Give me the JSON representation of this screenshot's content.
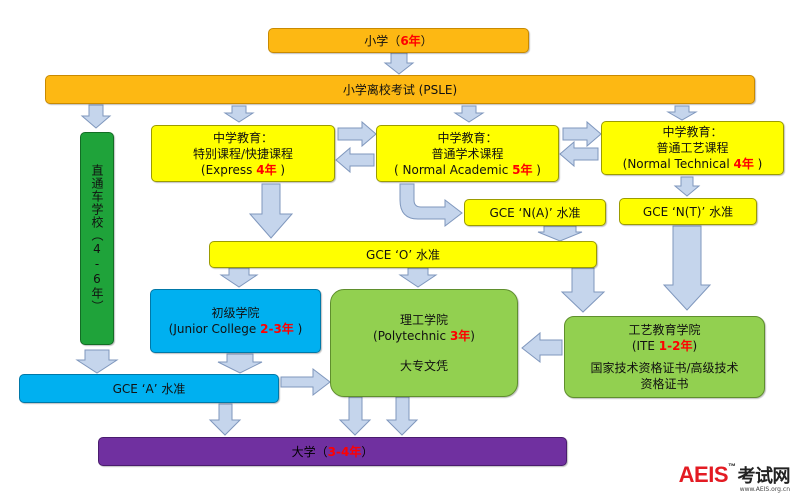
{
  "primary": {
    "label": "小学（",
    "years": "6年",
    "close": "）"
  },
  "psle": {
    "label": "小学离校考试 (PSLE)"
  },
  "express": {
    "line1": "中学教育：",
    "line2": "特别课程/快捷课程",
    "line3a": "(Express ",
    "years": "4年",
    "line3b": " )"
  },
  "normal_academic": {
    "line1": "中学教育：",
    "line2": "普通学术课程",
    "line3a": "( Normal Academic ",
    "years": "5年",
    "line3b": " )"
  },
  "normal_technical": {
    "line1": "中学教育：",
    "line2": "普通工艺课程",
    "line3a": "(Normal Technical  ",
    "years": "4年",
    "line3b": " )"
  },
  "through_train": {
    "label": "直通车学校（4-6年）"
  },
  "gce_na": {
    "label": "GCE ‘N(A)’ 水准"
  },
  "gce_nt": {
    "label": "GCE ‘N(T)’ 水准"
  },
  "gce_o": {
    "label": "GCE ‘O’ 水准"
  },
  "junior_college": {
    "line1": "初级学院",
    "line2a": "(Junior College ",
    "years": "2-3年",
    "line2b": " )"
  },
  "polytechnic": {
    "line1": "理工学院",
    "line2a": "(Polytechnic ",
    "years": "3年",
    "line2b": ")",
    "line3": "大专文凭"
  },
  "ite": {
    "line1": "工艺教育学院",
    "line2a": "(ITE ",
    "years": "1-2年",
    "line2b": ")",
    "line3": "国家技术资格证书/高级技术",
    "line4": "资格证书"
  },
  "gce_a": {
    "label": "GCE ‘A’ 水准"
  },
  "university": {
    "label": "大学（",
    "years": "3-4年",
    "close": "）"
  },
  "logo": {
    "brand": "AEIS",
    "tm": "™",
    "cn": "考试网",
    "url": "www.AEIS.org.cn"
  },
  "colors": {
    "arrow": "#c5d5ec",
    "arrow_stroke": "#7f97bd",
    "years_red": "#ff0000"
  }
}
